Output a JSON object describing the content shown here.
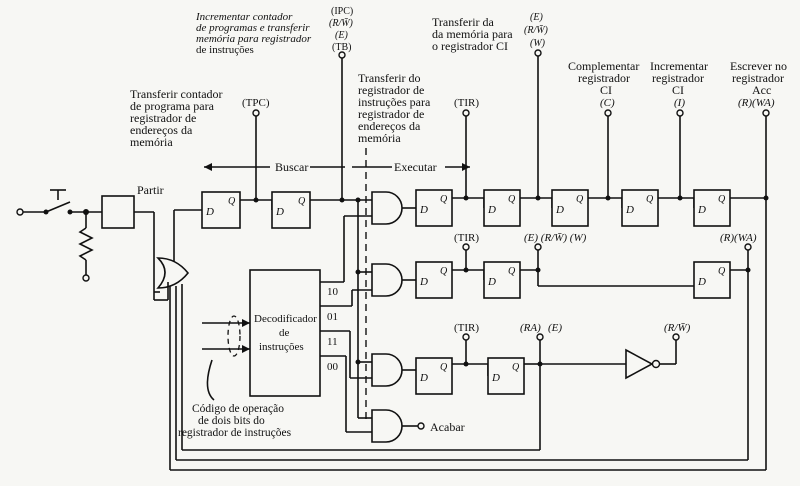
{
  "labels": {
    "partir": "Partir",
    "buscar": "Buscar",
    "executar": "Executar",
    "acabar": "Acabar",
    "d": "D",
    "q": "Q",
    "decoder": [
      "Decodificador",
      "de",
      "instruções"
    ],
    "code10": "10",
    "code01": "01",
    "code11": "11",
    "code00": "00",
    "opcode_note": [
      "Código de operação",
      "de dois bits do",
      "registrador de instruções"
    ],
    "tpc_desc": [
      "Transferir contador",
      "de programa para",
      "registrador de",
      "endereços da",
      "memória"
    ],
    "ipc_desc": [
      "Incrementar contador",
      "de programas e transferir",
      "memória para registrador",
      "de instruções"
    ],
    "tir_desc": [
      "Transferir do",
      "registrador de",
      "instruções para",
      "registrador de",
      "endereços da",
      "memória"
    ],
    "mem_ci_desc": [
      "Transferir da",
      "da memória para",
      "o registrador CI"
    ],
    "comp_desc": [
      "Complementar",
      "registrador",
      "CI"
    ],
    "inc_desc": [
      "Incrementar",
      "registrador",
      "CI"
    ],
    "acc_desc": [
      "Escrever no",
      "registrador",
      "Acc"
    ],
    "sig_tpc": "(TPC)",
    "sig_ipc": "(IPC)",
    "sig_rw": "(R/W̄)",
    "sig_e": "(E)",
    "sig_tb": "(TB)",
    "sig_tir": "(TIR)",
    "sig_w": "(W)",
    "sig_c": "(C)",
    "sig_i": "(I)",
    "sig_r_wa": "(R)(WA)",
    "sig_e_rw_w": "(E)  (R/W̄) (W)",
    "sig_ra": "(RA)",
    "sig_rw2": "(R/W̄)"
  }
}
